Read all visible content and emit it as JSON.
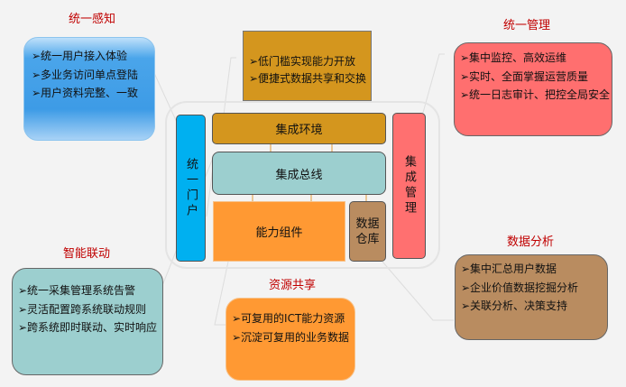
{
  "perception": {
    "title": "统一感知",
    "items": [
      "➢统一用户接入体验",
      "➢多业务访问单点登陆",
      "➢用户资料完整、一致"
    ]
  },
  "openness": {
    "items": [
      "➢低门槛实现能力开放",
      "➢便捷式数据共享和交换"
    ]
  },
  "management": {
    "title": "统一管理",
    "items": [
      "➢集中监控、高效运维",
      "➢实时、全面掌握运营质量",
      "➢统一日志审计、把控全局安全"
    ]
  },
  "linkage": {
    "title": "智能联动",
    "items": [
      "➢统一采集管理系统告警",
      "➢灵活配置跨系统联动规则",
      "➢跨系统即时联动、实时响应"
    ]
  },
  "sharing": {
    "title": "资源共享",
    "items": [
      "➢可复用的ICT能力资源",
      "➢沉淀可复用的业务数据"
    ]
  },
  "analysis": {
    "title": "数据分析",
    "items": [
      "➢集中汇总用户数据",
      "➢企业价值数据挖掘分析",
      "➢关联分析、决策支持"
    ]
  },
  "core": {
    "portal": "统一门户",
    "env": "集成环境",
    "bus": "集成总线",
    "components": "能力组件",
    "warehouse": "数据仓库",
    "mgmt": "集成管理"
  }
}
